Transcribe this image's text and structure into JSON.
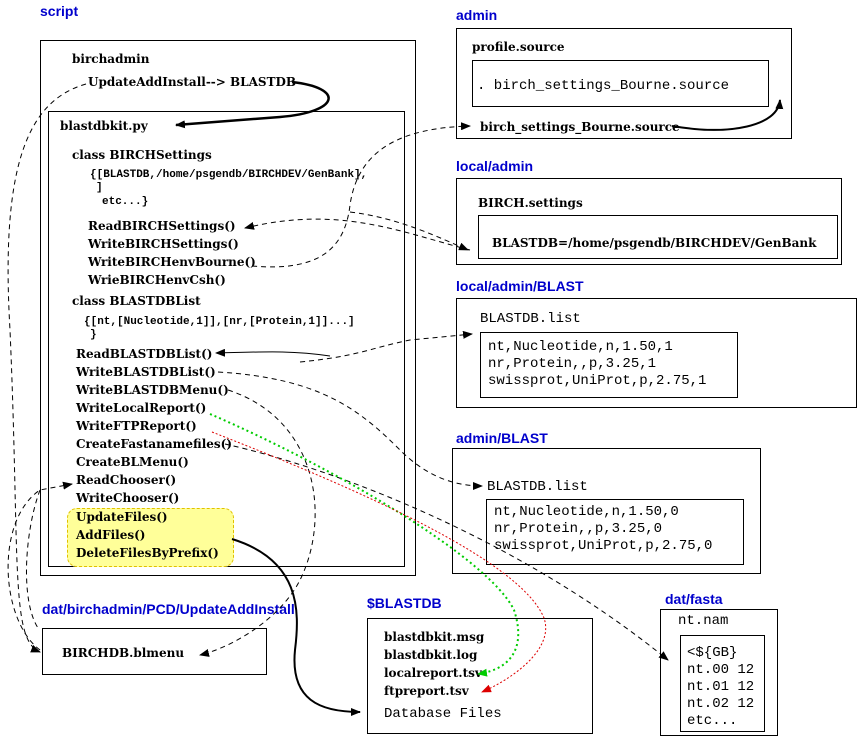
{
  "sections": {
    "script": "script",
    "admin": "admin",
    "local_admin": "local/admin",
    "local_admin_blast": "local/admin/BLAST",
    "admin_blast": "admin/BLAST",
    "updateaddinstall": "dat/birchadmin/PCD/UpdateAddInstall",
    "blastdb": "$BLASTDB",
    "dat_fasta": "dat/fasta"
  },
  "script": {
    "birchadmin": "birchadmin",
    "update_line": "UpdateAddInstall--> BLASTDB",
    "module": "blastdbkit.py",
    "class_settings": "class BIRCHSettings",
    "settings_struct": [
      "{[BLASTDB,/home/psgendb/BIRCHDEV/GenBank],",
      "]",
      "etc...}"
    ],
    "settings_methods": [
      "ReadBIRCHSettings()",
      "WriteBIRCHSettings()",
      "WriteBIRCHenvBourne()",
      "WrieBIRCHenvCsh()"
    ],
    "class_list": "class BLASTDBList",
    "list_struct": [
      "{[nt,[Nucleotide,1]],[nr,[Protein,1]]...]",
      "}"
    ],
    "list_methods": [
      "ReadBLASTDBList()",
      "WriteBLASTDBList()",
      "WriteBLASTDBMenu()",
      "WriteLocalReport()",
      "WriteFTPReport()",
      "CreateFastanamefiles()",
      "CreateBLMenu()",
      "ReadChooser()",
      "WriteChooser()"
    ],
    "highlighted_methods": [
      "UpdateFiles()",
      "AddFiles()",
      "DeleteFilesByPrefix()"
    ]
  },
  "admin": {
    "profile": "profile.source",
    "bourne_inner": ". birch_settings_Bourne.source",
    "bourne_file": "birch_settings_Bourne.source"
  },
  "local_admin": {
    "file": "BIRCH.settings",
    "content": "BLASTDB=/home/psgendb/BIRCHDEV/GenBank"
  },
  "local_admin_blast": {
    "file": "BLASTDB.list",
    "lines": [
      "nt,Nucleotide,n,1.50,1",
      "nr,Protein,,p,3.25,1",
      "swissprot,UniProt,p,2.75,1"
    ]
  },
  "admin_blast": {
    "file": "BLASTDB.list",
    "lines": [
      "nt,Nucleotide,n,1.50,0",
      "nr,Protein,,p,3.25,0",
      "swissprot,UniProt,p,2.75,0"
    ]
  },
  "updateaddinstall": {
    "file": "BIRCHDB.blmenu"
  },
  "blastdb": {
    "files": [
      "blastdbkit.msg",
      "blastdbkit.log",
      "localreport.tsv",
      "ftpreport.tsv"
    ],
    "database": "Database Files"
  },
  "dat_fasta": {
    "file": "nt.nam",
    "lines": [
      "<${GB}",
      "nt.00 12",
      "nt.01 12",
      "nt.02 12",
      "etc..."
    ]
  },
  "colors": {
    "section_label": "#0000cc",
    "highlight": "#ffff99",
    "green_arrow": "#00cc00",
    "red_arrow": "#dd0000"
  }
}
